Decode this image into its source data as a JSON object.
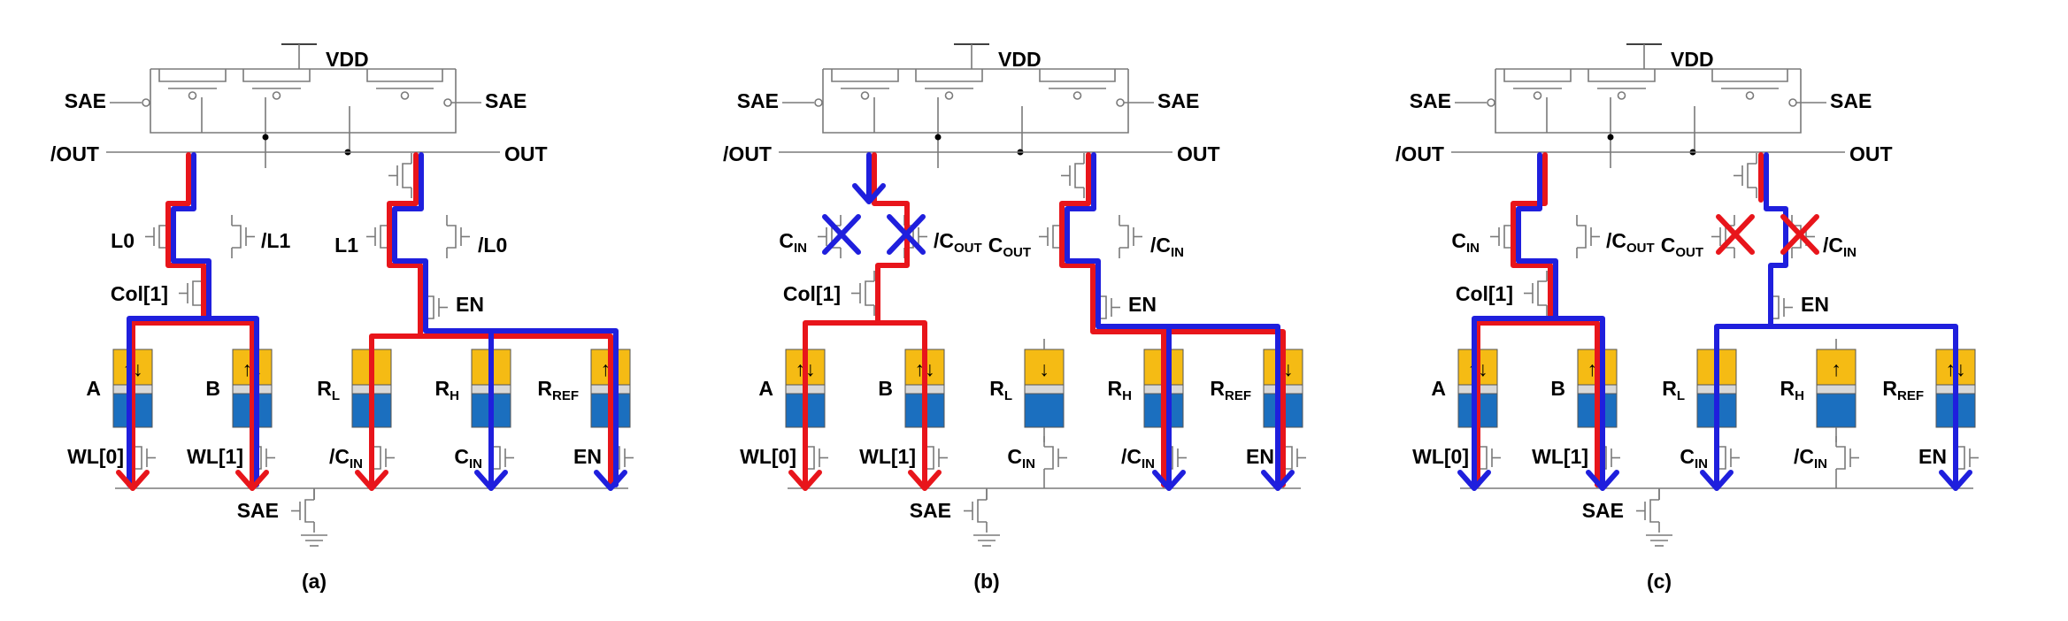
{
  "colors": {
    "red_path": "#e8151b",
    "blue_path": "#1f1fdd",
    "mtj_top": "#f5bb14",
    "mtj_mid": "#d8d8d8",
    "mtj_bottom": "#1b6fbf"
  },
  "panels": [
    {
      "caption": "(a)",
      "vdd": "VDD",
      "sae_left": "SAE",
      "sae_right": "SAE",
      "sae_bottom": "SAE",
      "out_left": "/OUT",
      "out_right": "OUT",
      "gate_ll": "L0",
      "gate_lr": "/L1",
      "gate_rl": "L1",
      "gate_rr": "/L0",
      "gate_ll_sub": "",
      "gate_lr_sub": "",
      "gate_rl_sub": "",
      "gate_rr_sub": "",
      "col": "Col[1]",
      "en_mid": "EN",
      "mtj": [
        {
          "label": "A",
          "sub": "",
          "arrow": "↑↓"
        },
        {
          "label": "B",
          "sub": "",
          "arrow": "↑↓"
        },
        {
          "label": "R",
          "sub": "L",
          "arrow": "↓"
        },
        {
          "label": "R",
          "sub": "H",
          "arrow": "↑"
        },
        {
          "label": "R",
          "sub": "REF",
          "arrow": "↑↓"
        }
      ],
      "wl": [
        {
          "text": "WL[0]",
          "sub": ""
        },
        {
          "text": "WL[1]",
          "sub": ""
        },
        {
          "text": "/C",
          "sub": "IN"
        },
        {
          "text": "C",
          "sub": "IN"
        },
        {
          "text": "EN",
          "sub": ""
        }
      ]
    },
    {
      "caption": "(b)",
      "vdd": "VDD",
      "sae_left": "SAE",
      "sae_right": "SAE",
      "sae_bottom": "SAE",
      "out_left": "/OUT",
      "out_right": "OUT",
      "gate_ll": "C",
      "gate_lr": "/C",
      "gate_rl": "C",
      "gate_rr": "/C",
      "gate_ll_sub": "IN",
      "gate_lr_sub": "OUT",
      "gate_rl_sub": "OUT",
      "gate_rr_sub": "IN",
      "col": "Col[1]",
      "en_mid": "EN",
      "mtj": [
        {
          "label": "A",
          "sub": "",
          "arrow": "↑↓"
        },
        {
          "label": "B",
          "sub": "",
          "arrow": "↑↓"
        },
        {
          "label": "R",
          "sub": "L",
          "arrow": "↓"
        },
        {
          "label": "R",
          "sub": "H",
          "arrow": "↑"
        },
        {
          "label": "R",
          "sub": "REF",
          "arrow": "↑↓"
        }
      ],
      "wl": [
        {
          "text": "WL[0]",
          "sub": ""
        },
        {
          "text": "WL[1]",
          "sub": ""
        },
        {
          "text": "C",
          "sub": "IN"
        },
        {
          "text": "/C",
          "sub": "IN"
        },
        {
          "text": "EN",
          "sub": ""
        }
      ]
    },
    {
      "caption": "(c)",
      "vdd": "VDD",
      "sae_left": "SAE",
      "sae_right": "SAE",
      "sae_bottom": "SAE",
      "out_left": "/OUT",
      "out_right": "OUT",
      "gate_ll": "C",
      "gate_lr": "/C",
      "gate_rl": "C",
      "gate_rr": "/C",
      "gate_ll_sub": "IN",
      "gate_lr_sub": "OUT",
      "gate_rl_sub": "OUT",
      "gate_rr_sub": "IN",
      "col": "Col[1]",
      "en_mid": "EN",
      "mtj": [
        {
          "label": "A",
          "sub": "",
          "arrow": "↑↓"
        },
        {
          "label": "B",
          "sub": "",
          "arrow": "↑↓"
        },
        {
          "label": "R",
          "sub": "L",
          "arrow": "↓"
        },
        {
          "label": "R",
          "sub": "H",
          "arrow": "↑"
        },
        {
          "label": "R",
          "sub": "REF",
          "arrow": "↑↓"
        }
      ],
      "wl": [
        {
          "text": "WL[0]",
          "sub": ""
        },
        {
          "text": "WL[1]",
          "sub": ""
        },
        {
          "text": "C",
          "sub": "IN"
        },
        {
          "text": "/C",
          "sub": "IN"
        },
        {
          "text": "EN",
          "sub": ""
        }
      ]
    }
  ]
}
